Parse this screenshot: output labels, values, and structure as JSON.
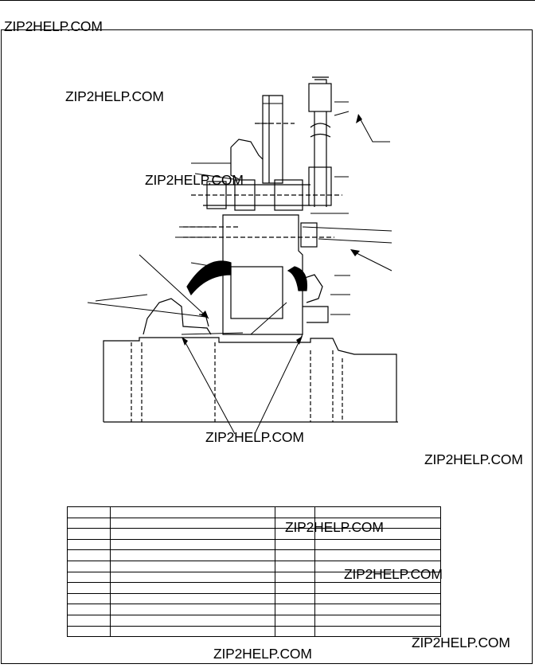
{
  "document": {
    "watermark_text": "ZIP2HELP.COM",
    "watermarks": [
      {
        "id": "wm-1",
        "text": "ZIP2HELP.COM"
      },
      {
        "id": "wm-2",
        "text": "ZIP2HELP.COM"
      },
      {
        "id": "wm-3",
        "text": "ZIP2HELP.COM"
      },
      {
        "id": "wm-4",
        "text": "ZIP2HELP.COM"
      },
      {
        "id": "wm-5",
        "text": "ZIP2HELP.COM"
      },
      {
        "id": "wm-6",
        "text": "ZIP2HELP.COM"
      },
      {
        "id": "wm-7",
        "text": "ZIP2HELP.COM"
      },
      {
        "id": "wm-8",
        "text": "ZIP2HELP.COM"
      },
      {
        "id": "wm-9",
        "text": "ZIP2HELP.COM"
      }
    ],
    "table": {
      "columns": 4,
      "rows": [
        [
          "",
          "",
          "",
          ""
        ],
        [
          "",
          "",
          "",
          ""
        ],
        [
          "",
          "",
          "",
          ""
        ],
        [
          "",
          "",
          "",
          ""
        ],
        [
          "",
          "",
          "",
          ""
        ],
        [
          "",
          "",
          "",
          ""
        ],
        [
          "",
          "",
          "",
          ""
        ],
        [
          "",
          "",
          "",
          ""
        ],
        [
          "",
          "",
          "",
          ""
        ],
        [
          "",
          "",
          "",
          ""
        ],
        [
          "",
          "",
          "",
          ""
        ],
        [
          "",
          "",
          "",
          ""
        ]
      ]
    }
  }
}
